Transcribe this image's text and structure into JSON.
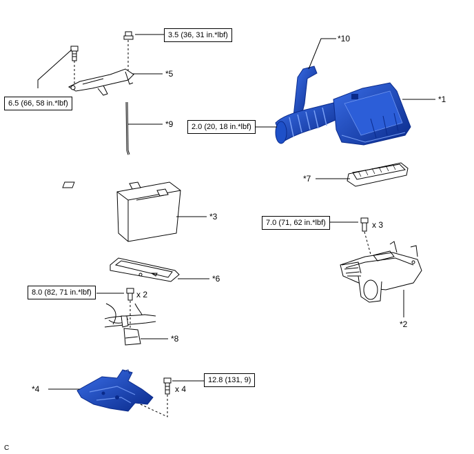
{
  "torque_specs": {
    "t1": "3.5 (36, 31 in.*lbf)",
    "t2": "6.5 (66, 58 in.*lbf)",
    "t3": "2.0 (20, 18 in.*lbf)",
    "t4": "7.0 (71, 62 in.*lbf)",
    "t5": "8.0 (82, 71 in.*lbf)",
    "t6": "12.8 (131, 9)"
  },
  "callouts": {
    "c1": "*1",
    "c2": "*2",
    "c3": "*3",
    "c4": "*4",
    "c5": "*5",
    "c6": "*6",
    "c7": "*7",
    "c8": "*8",
    "c9": "*9",
    "c10": "*10"
  },
  "quantities": {
    "q1": "x 3",
    "q2": "x 2",
    "q3": "x 4"
  },
  "footer": {
    "code": "C"
  },
  "colors": {
    "part_blue": "#1e50c8",
    "part_dark": "#0a2a8a",
    "line": "#000000"
  }
}
